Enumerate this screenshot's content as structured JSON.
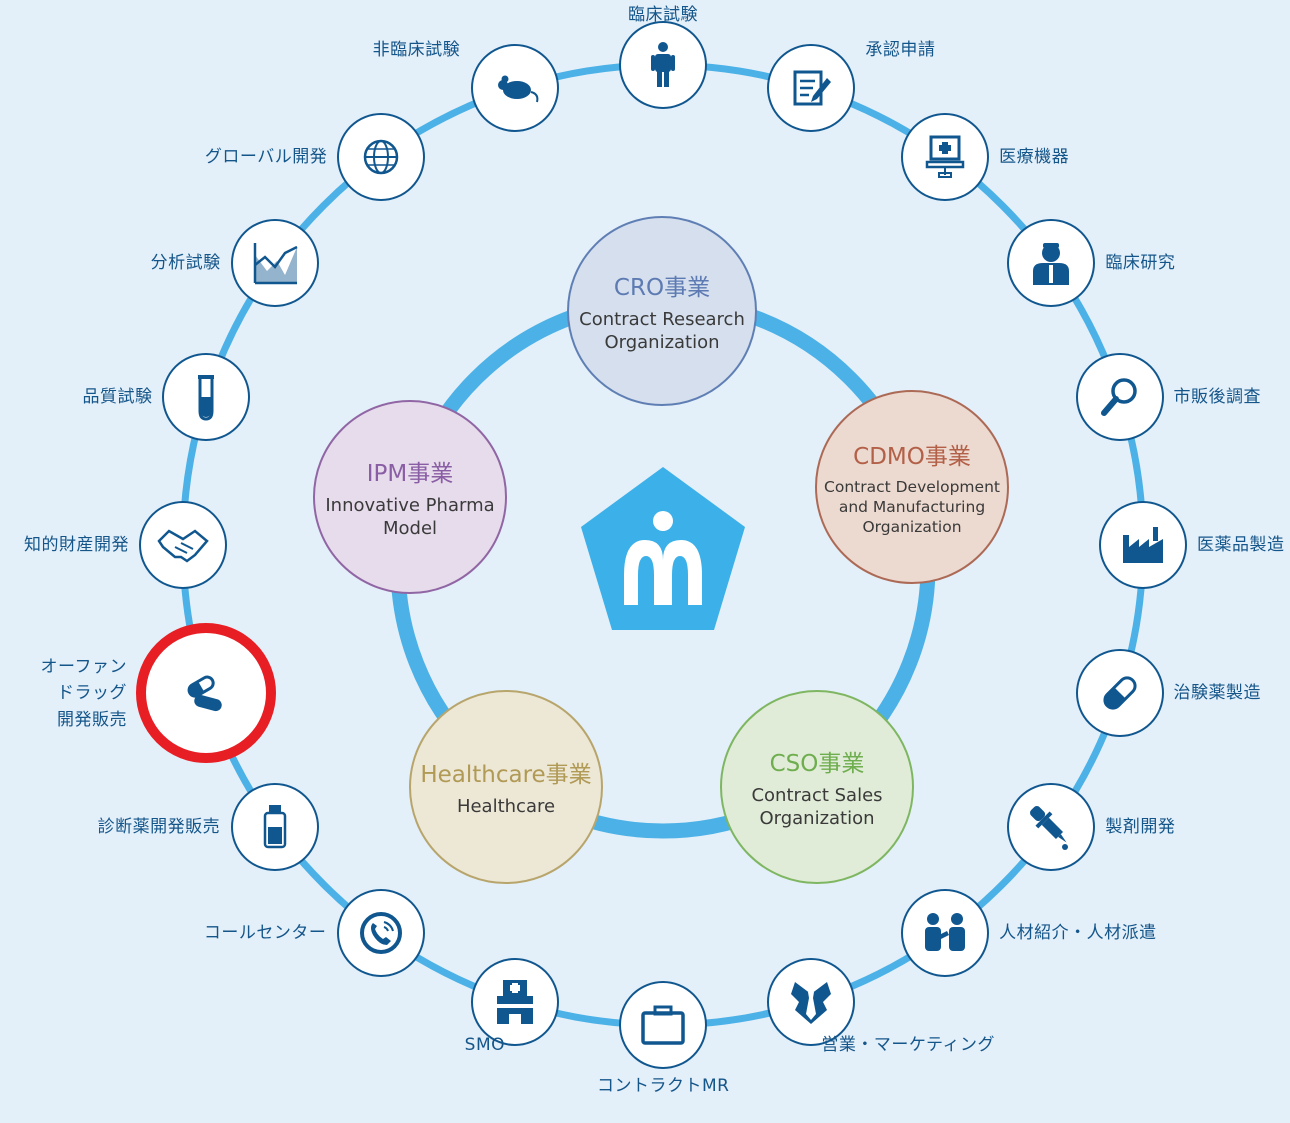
{
  "center_logo": {
    "shape": "pentagon",
    "color": "#3cb0e8",
    "icon": "m-person-logo-icon"
  },
  "business_units": [
    {
      "id": "cro",
      "title": "CRO事業",
      "subtitle": "Contract Research\nOrganization",
      "fill": "#d5dfee",
      "stroke": "#5f7fb4",
      "title_color": "#5d7bb2"
    },
    {
      "id": "cdmo",
      "title": "CDMO事業",
      "subtitle": "Contract Development\nand Manufacturing\nOrganization",
      "fill": "#ecd9cf",
      "stroke": "#ac6a56",
      "title_color": "#b36048"
    },
    {
      "id": "cso",
      "title": "CSO事業",
      "subtitle": "Contract Sales\nOrganization",
      "fill": "#e0ecd7",
      "stroke": "#7eb661",
      "title_color": "#6fae4f"
    },
    {
      "id": "healthcare",
      "title": "Healthcare事業",
      "subtitle": "Healthcare",
      "fill": "#ede7d5",
      "stroke": "#b7a56c",
      "title_color": "#b09a56"
    },
    {
      "id": "ipm",
      "title": "IPM事業",
      "subtitle": "Innovative Pharma\nModel",
      "fill": "#e7dcec",
      "stroke": "#9066a4",
      "title_color": "#8a5ea4"
    }
  ],
  "services": [
    {
      "label": "臨床試験",
      "icon": "person-icon"
    },
    {
      "label": "承認申請",
      "icon": "document-edit-icon"
    },
    {
      "label": "医療機器",
      "icon": "medical-monitor-icon"
    },
    {
      "label": "臨床研究",
      "icon": "doctor-icon"
    },
    {
      "label": "市販後調査",
      "icon": "magnifier-icon"
    },
    {
      "label": "医薬品製造",
      "icon": "factory-icon"
    },
    {
      "label": "治験薬製造",
      "icon": "capsule-icon"
    },
    {
      "label": "製剤開発",
      "icon": "dropper-icon"
    },
    {
      "label": "人材紹介・人材派遣",
      "icon": "two-people-icon"
    },
    {
      "label": "営業・マーケティング",
      "icon": "suit-tie-icon"
    },
    {
      "label": "コントラクトMR",
      "icon": "briefcase-icon"
    },
    {
      "label": "SMO",
      "icon": "hospital-icon"
    },
    {
      "label": "コールセンター",
      "icon": "phone-icon"
    },
    {
      "label": "診断薬開発販売",
      "icon": "vial-icon"
    },
    {
      "label": "オーファン\nドラッグ\n開発販売",
      "icon": "pills-icon",
      "highlighted": true
    },
    {
      "label": "知的財産開発",
      "icon": "handshake-icon"
    },
    {
      "label": "品質試験",
      "icon": "test-tube-icon"
    },
    {
      "label": "分析試験",
      "icon": "chart-icon"
    },
    {
      "label": "グローバル開発",
      "icon": "globe-icon"
    },
    {
      "label": "非臨床試験",
      "icon": "mouse-icon"
    }
  ],
  "colors": {
    "ring": "#4bb1e6",
    "node_border": "#11578f",
    "icon": "#11578f",
    "label": "#15568a",
    "highlight": "#e81e25",
    "background": "#e3eff9"
  }
}
